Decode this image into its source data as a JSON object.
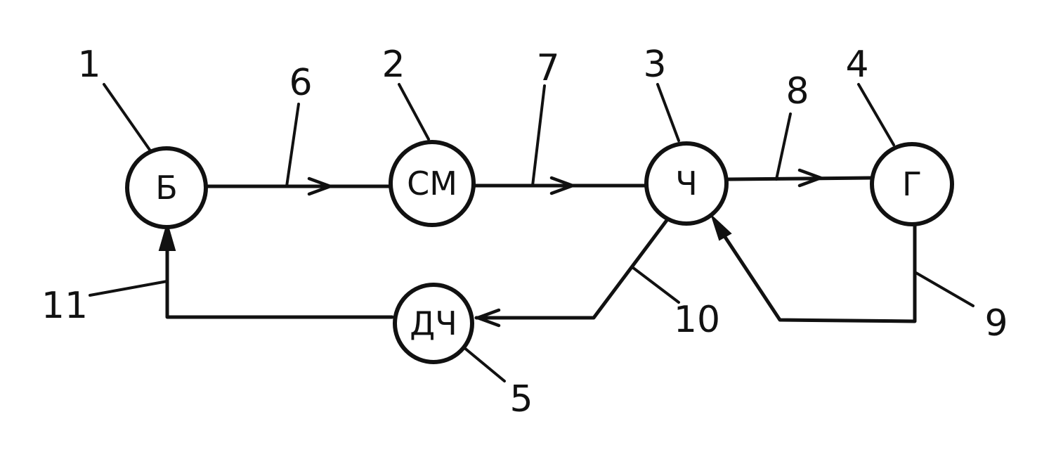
{
  "nodes": {
    "b": "Б",
    "cm": "СМ",
    "ch": "Ч",
    "g": "Г",
    "dch": "ДЧ"
  },
  "callouts": {
    "n1": "1",
    "n2": "2",
    "n3": "3",
    "n4": "4",
    "n5": "5",
    "n6": "6",
    "n7": "7",
    "n8": "8",
    "n9": "9",
    "n10": "10",
    "n11": "11"
  }
}
